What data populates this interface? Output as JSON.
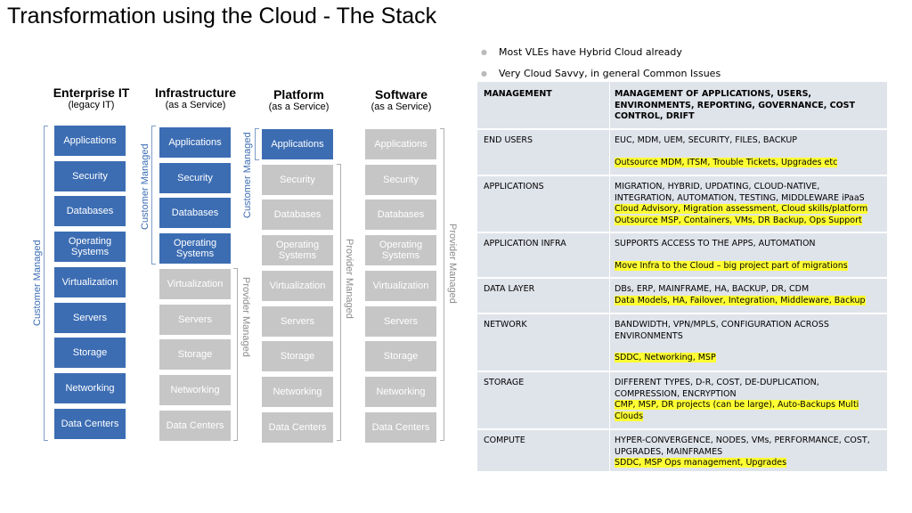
{
  "title": "Transformation using the Cloud - The Stack",
  "columns": [
    {
      "title": "Enterprise IT",
      "subtitle": "(legacy IT)"
    },
    {
      "title": "Infrastructure",
      "subtitle": "(as a Service)"
    },
    {
      "title": "Platform",
      "subtitle": "(as a Service)"
    },
    {
      "title": "Software",
      "subtitle": "(as a Service)"
    }
  ],
  "layers": [
    "Applications",
    "Security",
    "Databases",
    "Operating Systems",
    "Virtualization",
    "Servers",
    "Storage",
    "Networking",
    "Data Centers"
  ],
  "labels": {
    "customer_managed": "Customer Managed",
    "provider_managed": "Provider Managed"
  },
  "colors": {
    "customer": "#3c6db3",
    "provider": "#c6c6c6",
    "highlight": "#ffff33",
    "table_bg": "#dfe3ea"
  },
  "bullets": [
    "Most VLEs have Hybrid Cloud already",
    "Very Cloud Savvy, in general Common Issues"
  ],
  "table": {
    "header": {
      "key": "MANAGEMENT",
      "value": "MANAGEMENT OF APPLICATIONS, USERS, ENVIRONMENTS, REPORTING, GOVERNANCE, COST CONTROL, DRIFT"
    },
    "rows": [
      {
        "key": "END USERS",
        "value": "EUC, MDM, UEM, SECURITY, FILES, BACKUP",
        "highlight": "Outsource MDM, ITSM, Trouble Tickets, Upgrades etc"
      },
      {
        "key": "APPLICATIONS",
        "value": "MIGRATION, HYBRID, UPDATING, CLOUD-NATIVE, INTEGRATION, AUTOMATION, TESTING, MIDDLEWARE iPaaS",
        "highlight": "Cloud Advisory, Migration assessment, Cloud skills/platform",
        "highlight2": "Outsource MSP, Containers, VMs, DR Backup, Ops Support"
      },
      {
        "key": "APPLICATION INFRA",
        "value": "SUPPORTS ACCESS TO THE APPS, AUTOMATION",
        "highlight": "Move Infra to the Cloud – big project part of migrations"
      },
      {
        "key": "DATA LAYER",
        "value": "DBs, ERP, MAINFRAME, HA, BACKUP, DR, CDM",
        "highlight": "Data Models, HA, Failover, Integration, Middleware, Backup"
      },
      {
        "key": "NETWORK",
        "value": "BANDWIDTH, VPN/MPLS, CONFIGURATION ACROSS ENVIRONMENTS",
        "highlight": "SDDC, Networking, MSP"
      },
      {
        "key": "STORAGE",
        "value": "DIFFERENT TYPES, D-R, COST, DE-DUPLICATION, COMPRESSION, ENCRYPTION",
        "highlight": "CMP, MSP, DR projects (can be large), Auto-Backups Multi Clouds"
      },
      {
        "key": "COMPUTE",
        "value": "HYPER-CONVERGENCE, NODES, VMs, PERFORMANCE, COST, UPGRADES, MAINFRAMES",
        "highlight": "SDDC, MSP Ops management, Upgrades"
      }
    ]
  }
}
